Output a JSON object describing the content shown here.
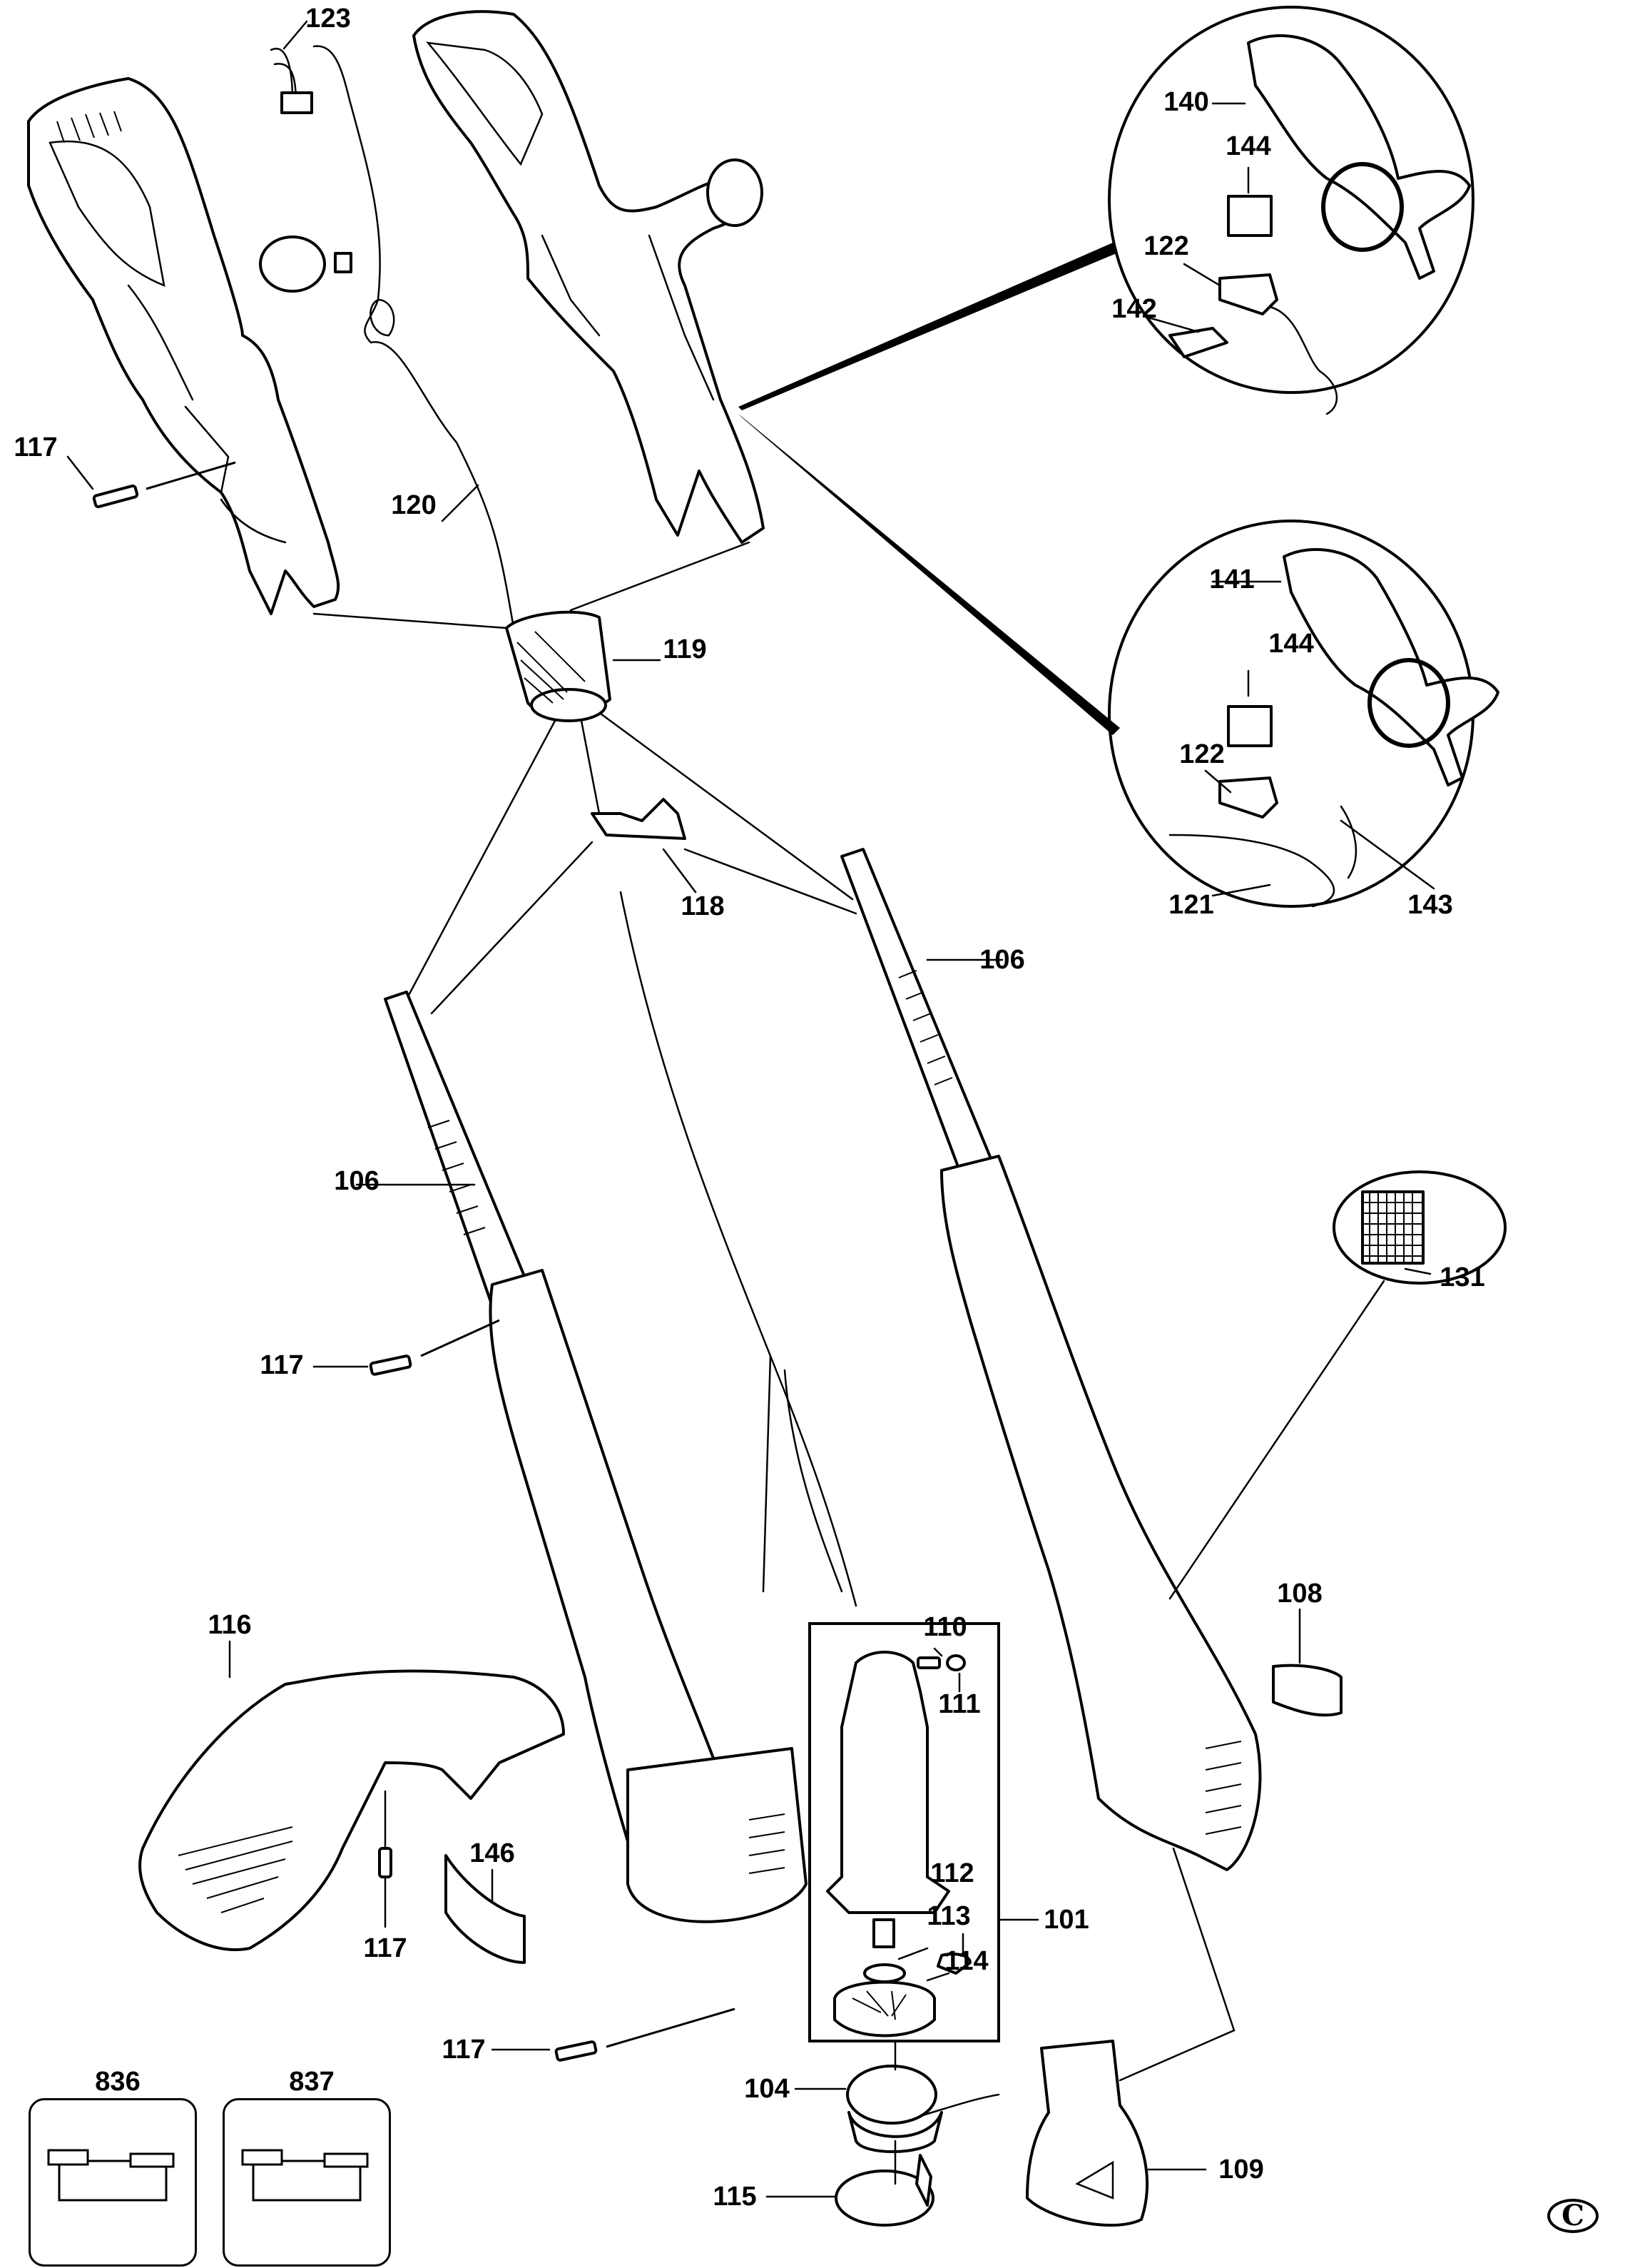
{
  "diagram": {
    "title": "Exploded parts diagram - electric string trimmer",
    "copyright_symbol": "C",
    "labels": {
      "p101": "101",
      "p104": "104",
      "p106_left": "106",
      "p106_right": "106",
      "p108": "108",
      "p109": "109",
      "p110": "110",
      "p111": "111",
      "p112": "112",
      "p113": "113",
      "p114": "114",
      "p115": "115",
      "p116": "116",
      "p117_handle": "117",
      "p117_shaft": "117",
      "p117_guard": "117",
      "p117_bottom": "117",
      "p118": "118",
      "p119": "119",
      "p120": "120",
      "p121": "121",
      "p122_top": "122",
      "p122_bottom": "122",
      "p123": "123",
      "p131": "131",
      "p140": "140",
      "p141": "141",
      "p142": "142",
      "p143": "143",
      "p144_top": "144",
      "p144_bottom": "144",
      "p146": "146",
      "p836": "836",
      "p837": "837"
    }
  }
}
